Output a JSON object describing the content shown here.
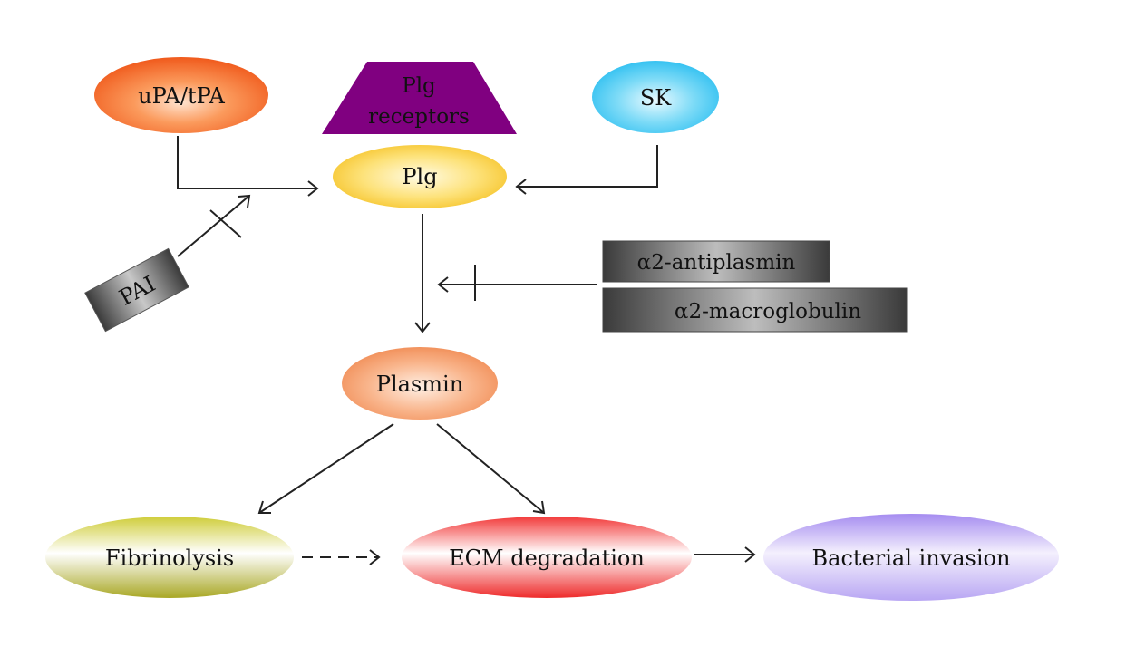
{
  "nodes": {
    "upa_tpa": "uPA/tPA",
    "plg_receptors_line1": "Plg",
    "plg_receptors_line2": "receptors",
    "sk": "SK",
    "plg": "Plg",
    "pai": "PAI",
    "a2_antiplasmin": "α2-antiplasmin",
    "a2_macroglobulin": "α2-macroglobulin",
    "plasmin": "Plasmin",
    "fibrinolysis": "Fibrinolysis",
    "ecm_degradation": "ECM degradation",
    "bacterial_invasion": "Bacterial invasion"
  },
  "colors": {
    "upa_tpa": "#f46a2a",
    "plg_receptors": "#800080",
    "sk": "#3cc8f0",
    "plg": "#f7c934",
    "plasmin": "#f5a070",
    "fibrinolysis": "#b7b82e",
    "ecm_degradation": "#f23a3a",
    "bacterial_invasion": "#a58cf0",
    "inhibitor_box": "#555555",
    "arrow": "#222222"
  },
  "edges": [
    {
      "from": "uPA/tPA",
      "to": "Plg",
      "type": "activation"
    },
    {
      "from": "SK",
      "to": "Plg",
      "type": "activation"
    },
    {
      "from": "PAI",
      "to": "uPA/tPA→Plg",
      "type": "inhibition"
    },
    {
      "from": "Plg",
      "to": "Plasmin",
      "type": "activation"
    },
    {
      "from": "α2-antiplasmin / α2-macroglobulin",
      "to": "Plg→Plasmin",
      "type": "inhibition"
    },
    {
      "from": "Plasmin",
      "to": "Fibrinolysis",
      "type": "activation"
    },
    {
      "from": "Plasmin",
      "to": "ECM degradation",
      "type": "activation"
    },
    {
      "from": "Fibrinolysis",
      "to": "ECM degradation",
      "type": "dashed"
    },
    {
      "from": "ECM degradation",
      "to": "Bacterial invasion",
      "type": "activation"
    }
  ]
}
